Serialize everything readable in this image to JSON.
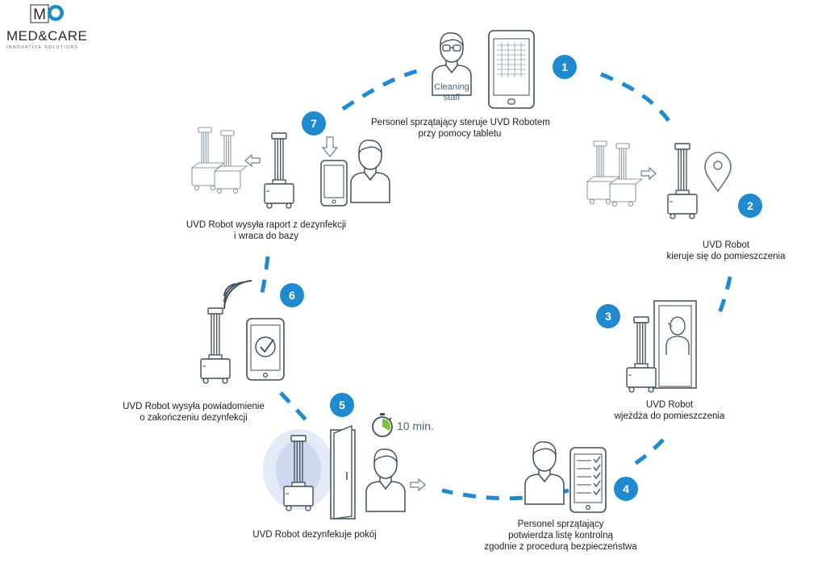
{
  "logo": {
    "name": "MED&CARE",
    "tagline": "INNOVATIVE SOLUTIONS",
    "mark_letters": "M"
  },
  "accent_color": "#1f8ad0",
  "staff_badge": {
    "line1": "Cleaning",
    "line2": "staff"
  },
  "timer_text": "10 min.",
  "steps": [
    {
      "number": "1",
      "text": [
        "Personel sprzątający steruje UVD Robotem",
        "przy pomocy tabletu"
      ]
    },
    {
      "number": "2",
      "text": [
        "UVD Robot",
        "kieruje się do pomieszczenia"
      ]
    },
    {
      "number": "3",
      "text": [
        "UVD Robot",
        "wjeżdża do pomieszczenia"
      ]
    },
    {
      "number": "4",
      "text": [
        "Personel sprzątający",
        "potwierdza listę kontrolną",
        "zgodnie z procedurą bezpieczeństwa"
      ]
    },
    {
      "number": "5",
      "text": [
        "UVD Robot dezynfekuje pokój"
      ]
    },
    {
      "number": "6",
      "text": [
        "UVD Robot  wysyła powiadomienie",
        "o zakończeniu dezynfekcji"
      ]
    },
    {
      "number": "7",
      "text": [
        "UVD Robot wysyła raport z dezynfekcji",
        "i wraca do bazy"
      ]
    }
  ]
}
